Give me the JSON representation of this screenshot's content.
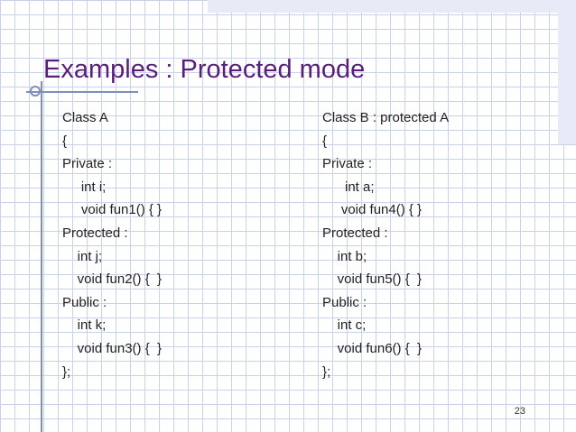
{
  "slide": {
    "title": "Examples : Protected mode",
    "page_number": "23",
    "left_code": [
      "Class A",
      "{",
      "Private :",
      "     int i;",
      "     void fun1() { }",
      "Protected :",
      "    int j;",
      "    void fun2() {  }",
      "Public :",
      "    int k;",
      "    void fun3() {  }",
      "};"
    ],
    "right_code": [
      "Class B : protected A",
      "{",
      "Private :",
      "      int a;",
      "     void fun4() { }",
      "Protected :",
      "    int b;",
      "    void fun5() {  }",
      "Public :",
      "    int c;",
      "    void fun6() {  }",
      "};"
    ]
  },
  "colors": {
    "title": "#5a1d7a",
    "grid": "#c9d2ea",
    "decor": "#7f8fba"
  }
}
